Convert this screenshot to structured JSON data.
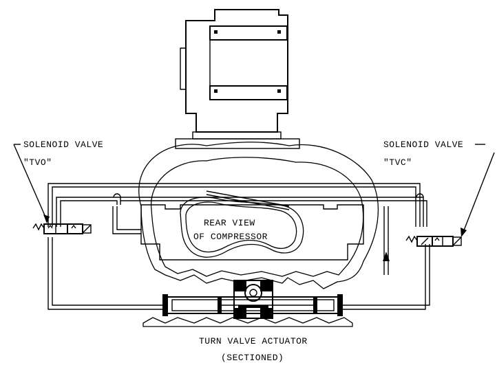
{
  "labels": {
    "solenoid_left_line1": "SOLENOID VALVE",
    "solenoid_left_line2": "\"TVO\"",
    "solenoid_right_line1": "SOLENOID VALVE",
    "solenoid_right_line2": "\"TVC\"",
    "center_line1": "REAR VIEW",
    "center_line2": "OF COMPRESSOR",
    "bottom_line1": "TURN VALVE ACTUATOR",
    "bottom_line2": "(SECTIONED)"
  },
  "colors": {
    "ink": "#000000",
    "background": "#ffffff"
  }
}
